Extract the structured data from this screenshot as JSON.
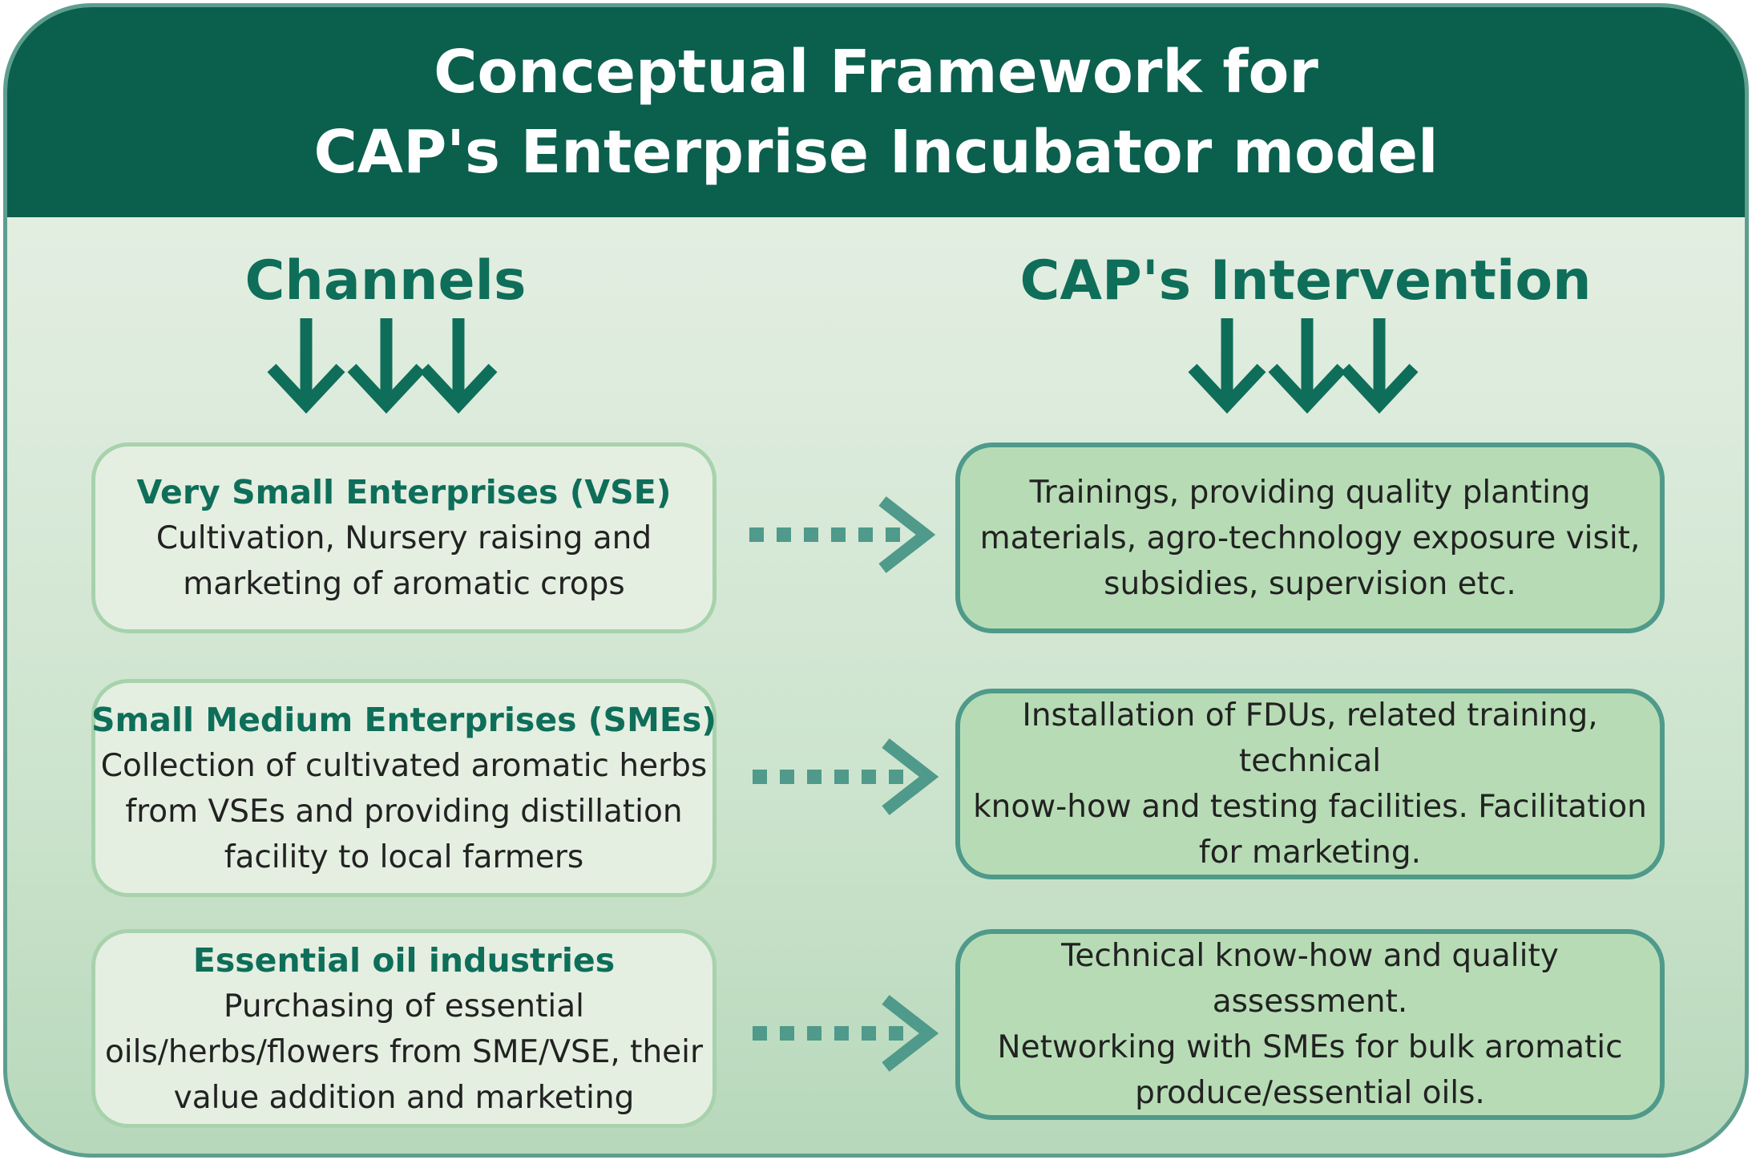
{
  "title": {
    "line1": "Conceptual Framework for",
    "line2": "CAP's Enterprise Incubator model"
  },
  "columns": {
    "left_heading": "Channels",
    "right_heading": "CAP's Intervention"
  },
  "channels": [
    {
      "title": "Very Small Enterprises (VSE)",
      "description": "Cultivation, Nursery raising and\nmarketing of aromatic crops"
    },
    {
      "title": "Small Medium Enterprises (SMEs)",
      "description": "Collection of cultivated aromatic herbs\nfrom VSEs and providing distillation\nfacility to local farmers"
    },
    {
      "title": "Essential oil industries",
      "description": "Purchasing of essential\noils/herbs/flowers from SME/VSE, their\nvalue addition and marketing"
    }
  ],
  "interventions": [
    {
      "description": "Trainings, providing quality planting\nmaterials, agro-technology exposure visit,\nsubsidies, supervision etc."
    },
    {
      "description": "Installation of FDUs, related training, technical\nknow-how and testing facilities. Facilitation\nfor marketing."
    },
    {
      "description": "Technical know-how and quality assessment.\nNetworking with SMEs for bulk aromatic\nproduce/essential oils."
    }
  ],
  "colors": {
    "header": "#0b5f4d",
    "heading_text": "#0e6e59",
    "arrow": "#0e6e59",
    "connector": "#4f9a8a",
    "left_box_border": "#a7d2ac",
    "right_box_border": "#4f9a8a",
    "right_box_fill": "#b7dcb5"
  },
  "icons": {
    "heading_arrows": "triple-down-arrow-icon",
    "connector": "dotted-right-arrow-icon"
  }
}
